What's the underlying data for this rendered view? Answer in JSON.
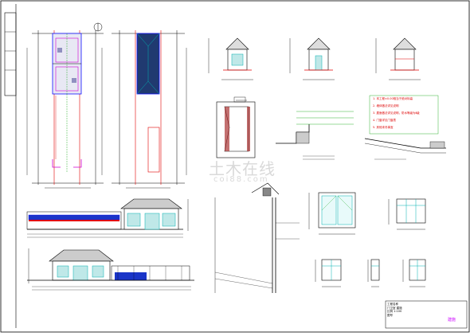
{
  "watermark": {
    "main": "土木在线",
    "sub": "coi88.com"
  },
  "notes": {
    "lines": [
      "1. 本工程±0.00相当于绝对标高",
      "2. 墙体做法详见说明",
      "3. 屋面做法详见说明，防水等级为Ⅱ级",
      "4. 门窗详见门窗表",
      "5. 其他未尽事宜"
    ]
  },
  "title_block": {
    "lines": [
      "工程名称",
      "门卫室 建施",
      "比例 1:100",
      "图号"
    ]
  },
  "sheet_number": "建施",
  "colors": {
    "line": "#000000",
    "red": "#e00000",
    "green": "#00a000",
    "blue": "#1010ff",
    "magenta": "#d000d0",
    "cyan": "#00b0b0"
  }
}
